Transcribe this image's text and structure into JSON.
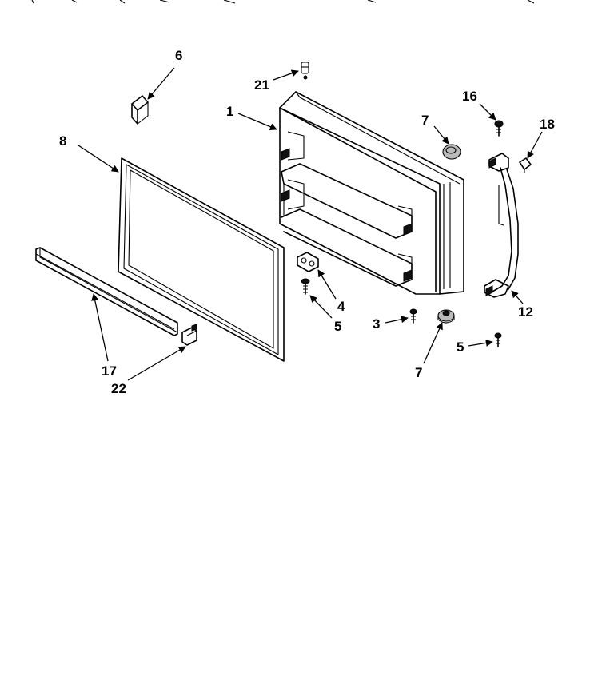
{
  "diagram": {
    "callouts": [
      {
        "id": "c21",
        "label": "21"
      },
      {
        "id": "c6",
        "label": "6"
      },
      {
        "id": "c1",
        "label": "1"
      },
      {
        "id": "c8",
        "label": "8"
      },
      {
        "id": "c7a",
        "label": "7"
      },
      {
        "id": "c16",
        "label": "16"
      },
      {
        "id": "c18",
        "label": "18"
      },
      {
        "id": "c4",
        "label": "4"
      },
      {
        "id": "c5a",
        "label": "5"
      },
      {
        "id": "c3",
        "label": "3"
      },
      {
        "id": "c7b",
        "label": "7"
      },
      {
        "id": "c12",
        "label": "12"
      },
      {
        "id": "c5b",
        "label": "5"
      },
      {
        "id": "c17",
        "label": "17"
      },
      {
        "id": "c22",
        "label": "22"
      }
    ]
  }
}
